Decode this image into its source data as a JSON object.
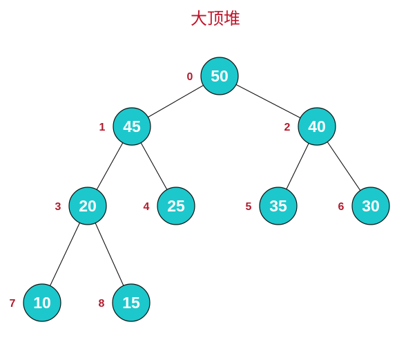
{
  "title": "大顶堆",
  "colors": {
    "title": "#c0142b",
    "index_label": "#b01c2e",
    "node_fill": "#1cc8cc",
    "node_stroke": "#111111",
    "node_text": "#ffffff",
    "edge": "#111111"
  },
  "nodes": [
    {
      "index": "0",
      "value": "50"
    },
    {
      "index": "1",
      "value": "45"
    },
    {
      "index": "2",
      "value": "40"
    },
    {
      "index": "3",
      "value": "20"
    },
    {
      "index": "4",
      "value": "25"
    },
    {
      "index": "5",
      "value": "35"
    },
    {
      "index": "6",
      "value": "30"
    },
    {
      "index": "7",
      "value": "10"
    },
    {
      "index": "8",
      "value": "15"
    }
  ],
  "edges": [
    {
      "from": 0,
      "to": 1
    },
    {
      "from": 0,
      "to": 2
    },
    {
      "from": 1,
      "to": 3
    },
    {
      "from": 1,
      "to": 4
    },
    {
      "from": 2,
      "to": 5
    },
    {
      "from": 2,
      "to": 6
    },
    {
      "from": 3,
      "to": 7
    },
    {
      "from": 3,
      "to": 8
    }
  ]
}
